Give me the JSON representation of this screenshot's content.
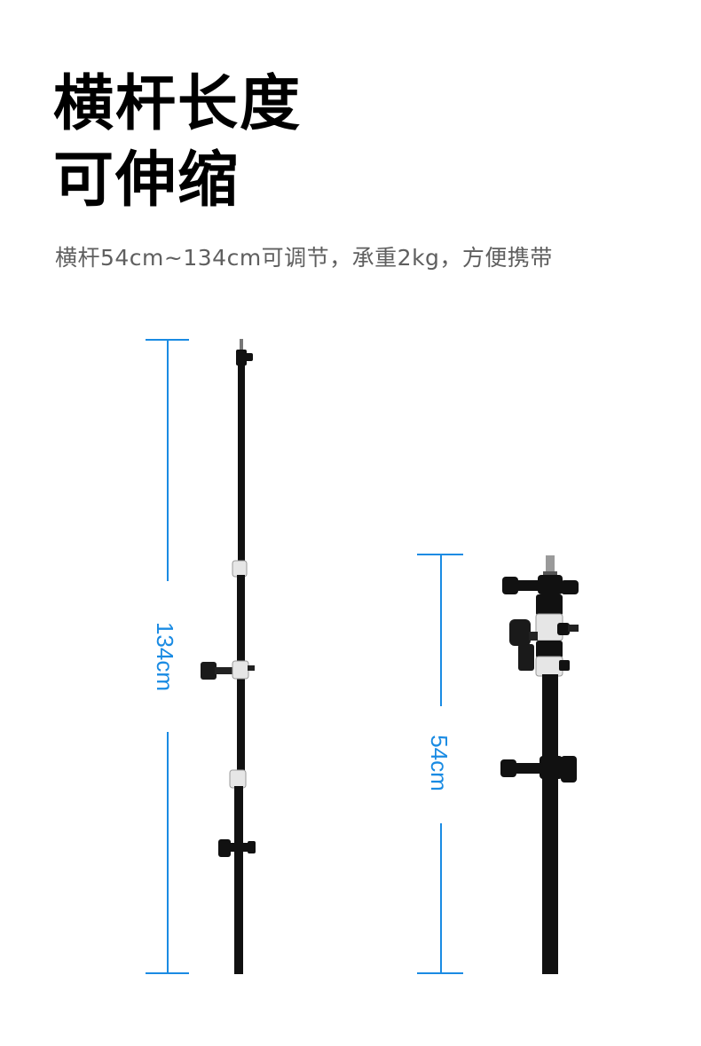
{
  "header": {
    "title_line1": "横杆长度",
    "title_line2": "可伸缩",
    "subtitle": "横杆54cm~134cm可调节，承重2kg，方便携带"
  },
  "dimensions": {
    "extended_label": "134cm",
    "retracted_label": "54cm"
  },
  "colors": {
    "accent": "#1a8be3",
    "pole": "#111111",
    "clamp": "#e6e6e6"
  }
}
